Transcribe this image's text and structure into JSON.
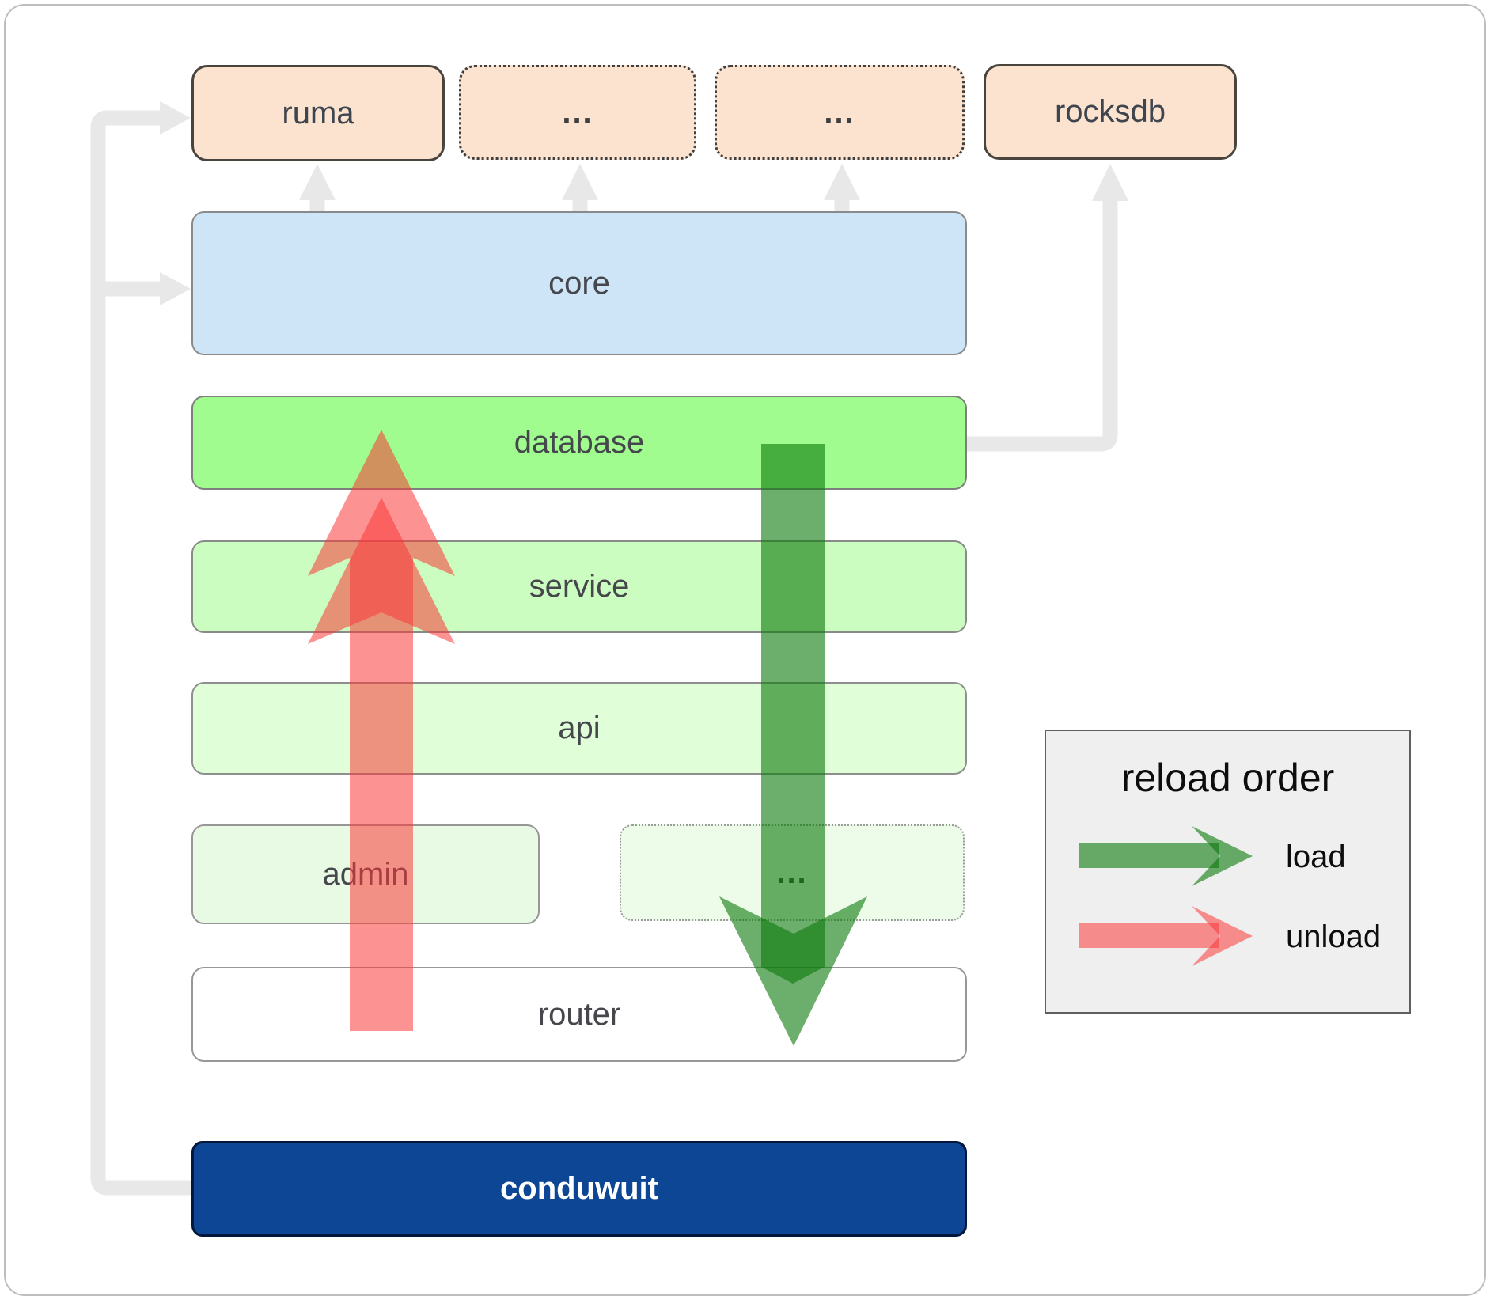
{
  "nodes": {
    "ruma": {
      "label": "ruma"
    },
    "ellipsis1": {
      "label": "..."
    },
    "ellipsis2": {
      "label": "..."
    },
    "rocksdb": {
      "label": "rocksdb"
    },
    "core": {
      "label": "core"
    },
    "database": {
      "label": "database"
    },
    "service": {
      "label": "service"
    },
    "api": {
      "label": "api"
    },
    "admin": {
      "label": "admin"
    },
    "ellipsis3": {
      "label": "..."
    },
    "router": {
      "label": "router"
    },
    "conduwuit": {
      "label": "conduwuit"
    }
  },
  "legend": {
    "title": "reload order",
    "items": [
      {
        "label": "load",
        "color": "#2e8b2e"
      },
      {
        "label": "unload",
        "color": "#f87171"
      }
    ]
  },
  "colors": {
    "top_box_peach": "#fce3d0",
    "core_blue": "#cee5f8",
    "database_green": "#a0fc8e",
    "service_green": "#ccfdc0",
    "api_green": "#e0fed8",
    "admin_green": "#e9fae4",
    "ellipsis_green": "#ecfce9",
    "router_white": "#ffffff",
    "conduwuit_navy": "#0c4694",
    "load_arrow": "rgba(10,120,10,0.6)",
    "unload_arrow": "rgba(250,57,57,0.55)",
    "connector_gray": "#e8e8e8",
    "legend_bg": "#efefef"
  }
}
